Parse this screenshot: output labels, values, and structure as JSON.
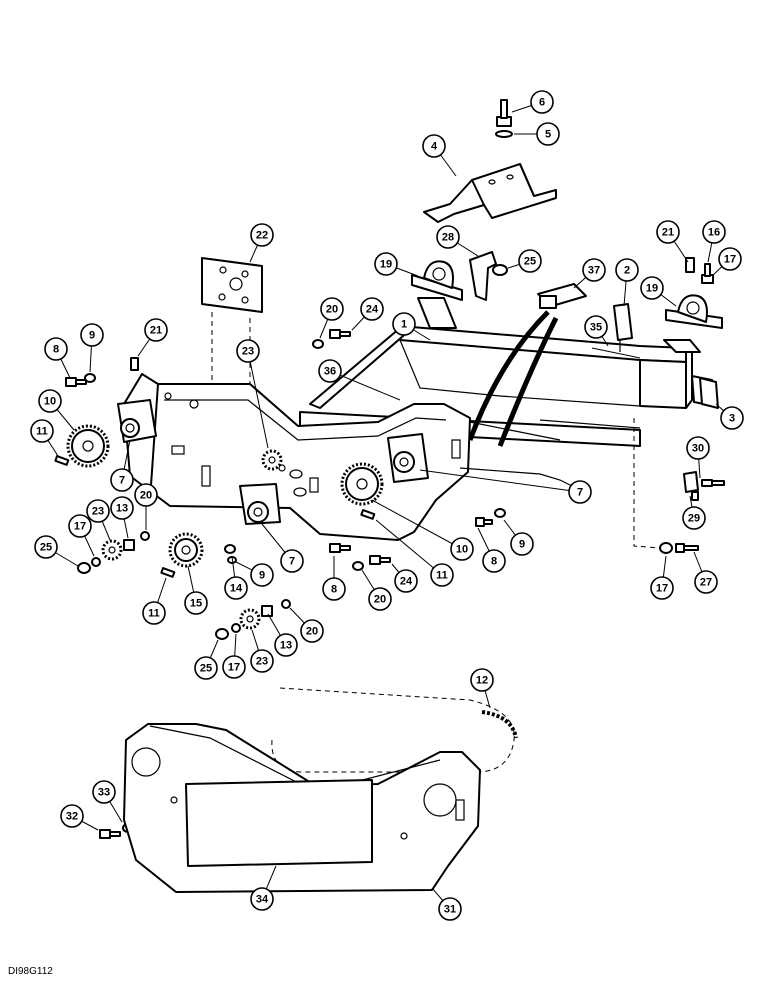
{
  "figure_code": "DI98G112",
  "callouts": [
    {
      "id": "c6",
      "label": "6"
    },
    {
      "id": "c5",
      "label": "5"
    },
    {
      "id": "c4",
      "label": "4"
    },
    {
      "id": "c22",
      "label": "22"
    },
    {
      "id": "c28",
      "label": "28"
    },
    {
      "id": "c19a",
      "label": "19"
    },
    {
      "id": "c25a",
      "label": "25"
    },
    {
      "id": "c37",
      "label": "37"
    },
    {
      "id": "c2",
      "label": "2"
    },
    {
      "id": "c21a",
      "label": "21"
    },
    {
      "id": "c16",
      "label": "16"
    },
    {
      "id": "c17a",
      "label": "17"
    },
    {
      "id": "c19b",
      "label": "19"
    },
    {
      "id": "c20a",
      "label": "20"
    },
    {
      "id": "c24a",
      "label": "24"
    },
    {
      "id": "c1",
      "label": "1"
    },
    {
      "id": "c35",
      "label": "35"
    },
    {
      "id": "c8a",
      "label": "8"
    },
    {
      "id": "c9a",
      "label": "9"
    },
    {
      "id": "c21b",
      "label": "21"
    },
    {
      "id": "c23a",
      "label": "23"
    },
    {
      "id": "c36",
      "label": "36"
    },
    {
      "id": "c3",
      "label": "3"
    },
    {
      "id": "c10a",
      "label": "10"
    },
    {
      "id": "c11a",
      "label": "11"
    },
    {
      "id": "c7a",
      "label": "7"
    },
    {
      "id": "c30",
      "label": "30"
    },
    {
      "id": "c7b",
      "label": "7"
    },
    {
      "id": "c29",
      "label": "29"
    },
    {
      "id": "c17b",
      "label": "17"
    },
    {
      "id": "c23b",
      "label": "23"
    },
    {
      "id": "c13a",
      "label": "13"
    },
    {
      "id": "c20b",
      "label": "20"
    },
    {
      "id": "c25b",
      "label": "25"
    },
    {
      "id": "c10b",
      "label": "10"
    },
    {
      "id": "c8b",
      "label": "8"
    },
    {
      "id": "c9b",
      "label": "9"
    },
    {
      "id": "c7c",
      "label": "7"
    },
    {
      "id": "c11b",
      "label": "11"
    },
    {
      "id": "c14",
      "label": "14"
    },
    {
      "id": "c9c",
      "label": "9"
    },
    {
      "id": "c15",
      "label": "15"
    },
    {
      "id": "c11c",
      "label": "11"
    },
    {
      "id": "c8c",
      "label": "8"
    },
    {
      "id": "c20c",
      "label": "20"
    },
    {
      "id": "c24b",
      "label": "24"
    },
    {
      "id": "c17c",
      "label": "17"
    },
    {
      "id": "c27",
      "label": "27"
    },
    {
      "id": "c20d",
      "label": "20"
    },
    {
      "id": "c13b",
      "label": "13"
    },
    {
      "id": "c25c",
      "label": "25"
    },
    {
      "id": "c17d",
      "label": "17"
    },
    {
      "id": "c23c",
      "label": "23"
    },
    {
      "id": "c12",
      "label": "12"
    },
    {
      "id": "c33",
      "label": "33"
    },
    {
      "id": "c32",
      "label": "32"
    },
    {
      "id": "c34",
      "label": "34"
    },
    {
      "id": "c31",
      "label": "31"
    }
  ]
}
